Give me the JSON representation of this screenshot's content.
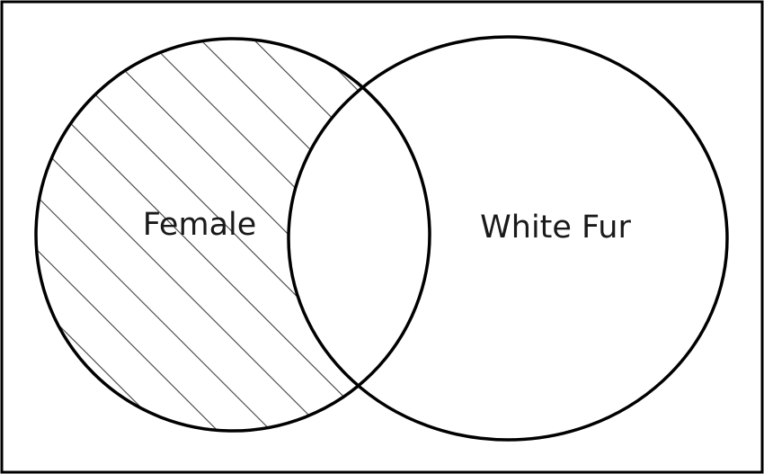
{
  "diagram": {
    "type": "venn",
    "sets": [
      {
        "id": "female",
        "label": "Female",
        "shaded": "only"
      },
      {
        "id": "white-fur",
        "label": "White Fur",
        "shaded": "none"
      }
    ],
    "shaded_region": "Female only (not White Fur)",
    "colors": {
      "stroke": "#000000",
      "hatch": "#404040",
      "background": "#ffffff"
    }
  }
}
